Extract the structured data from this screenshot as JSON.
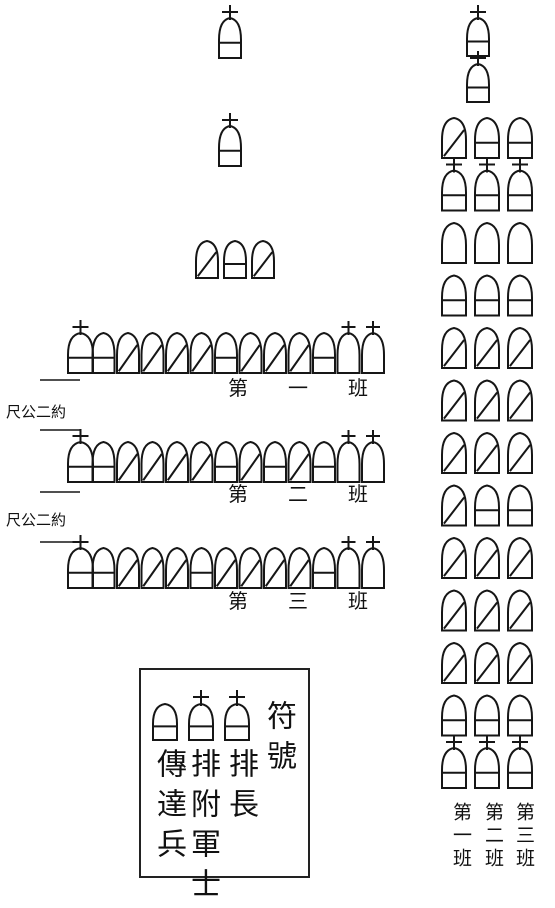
{
  "squads": [
    {
      "label": "第一班",
      "pattern": "LBDDDDBDDDBNN"
    },
    {
      "label": "第二班",
      "pattern": "LBDDDDBDBDBNN"
    },
    {
      "label": "第三班",
      "pattern": "LBDDDBDDDDBNN"
    }
  ],
  "interval_labels": [
    "尺公二約",
    "尺公二約"
  ],
  "upper_formation": {
    "cross_rows": 2,
    "triple_row": "DBD"
  },
  "column": {
    "head": [
      "L",
      "L"
    ],
    "rows": [
      "DBB",
      "LLL",
      "NNN",
      "BBB",
      "DDD",
      "DDD",
      "DDD",
      "DBB",
      "DDD",
      "DDD",
      "DDD",
      "BBB",
      "LLL"
    ],
    "labels": [
      "第一班",
      "第二班",
      "第三班"
    ]
  },
  "legend": {
    "title": "符號",
    "columns": [
      "傳達兵",
      "排附軍士",
      "排長"
    ]
  }
}
